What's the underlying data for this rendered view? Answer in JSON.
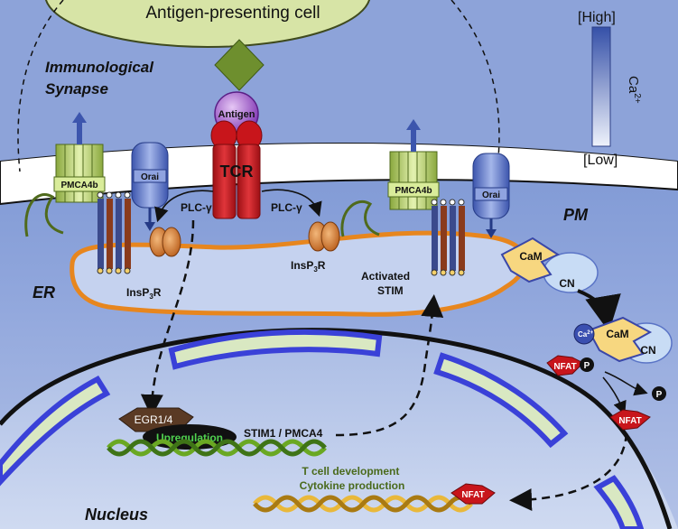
{
  "apc": {
    "label": "Antigen-presenting cell"
  },
  "synapse": {
    "line1": "Immunological",
    "line2": "Synapse"
  },
  "legend": {
    "high": "[High]",
    "low": "[Low]",
    "ion": "Ca",
    "charge": "2+"
  },
  "molecules": {
    "antigen": "Antigen",
    "tcr": "TCR",
    "pmca": "PMCA4b",
    "orai": "Orai",
    "plc": "PLC-γ",
    "insp3r_base": "InsP",
    "insp3r_sub": "3",
    "insp3r_end": "R",
    "activated": "Activated",
    "stim": "STIM",
    "cam": "CaM",
    "cn": "CN",
    "ca": "Ca",
    "ca_charge": "2+",
    "nfat": "NFAT",
    "phospho": "P"
  },
  "compartments": {
    "pm": "PM",
    "er": "ER",
    "nucleus": "Nucleus"
  },
  "nuclear": {
    "egr": "EGR1/4",
    "upregulation": "Upregulation",
    "stim_pmca": "STIM1 / PMCA4",
    "outcome1": "T cell development",
    "outcome2": "Cytokine production"
  },
  "colors": {
    "apc_fill": "#d7e4a6",
    "membrane_fill": "#ffffff",
    "cell_top": "#6f8dce",
    "cell_bottom": "#a8b9e3",
    "er_fill": "#c5d2ef",
    "er_edge": "#e7861e",
    "nucleus_fill": "#bccbe9",
    "envelope": "#3a41d8",
    "pore": "#d9e8c2",
    "tcr": "#c8151b",
    "antigen": "#8c3fc0",
    "pmca": "#c9e286",
    "orai": "#5a74c6",
    "nfat": "#c8151b",
    "cam": "#f7d780",
    "cn": "#c8dcf5"
  }
}
